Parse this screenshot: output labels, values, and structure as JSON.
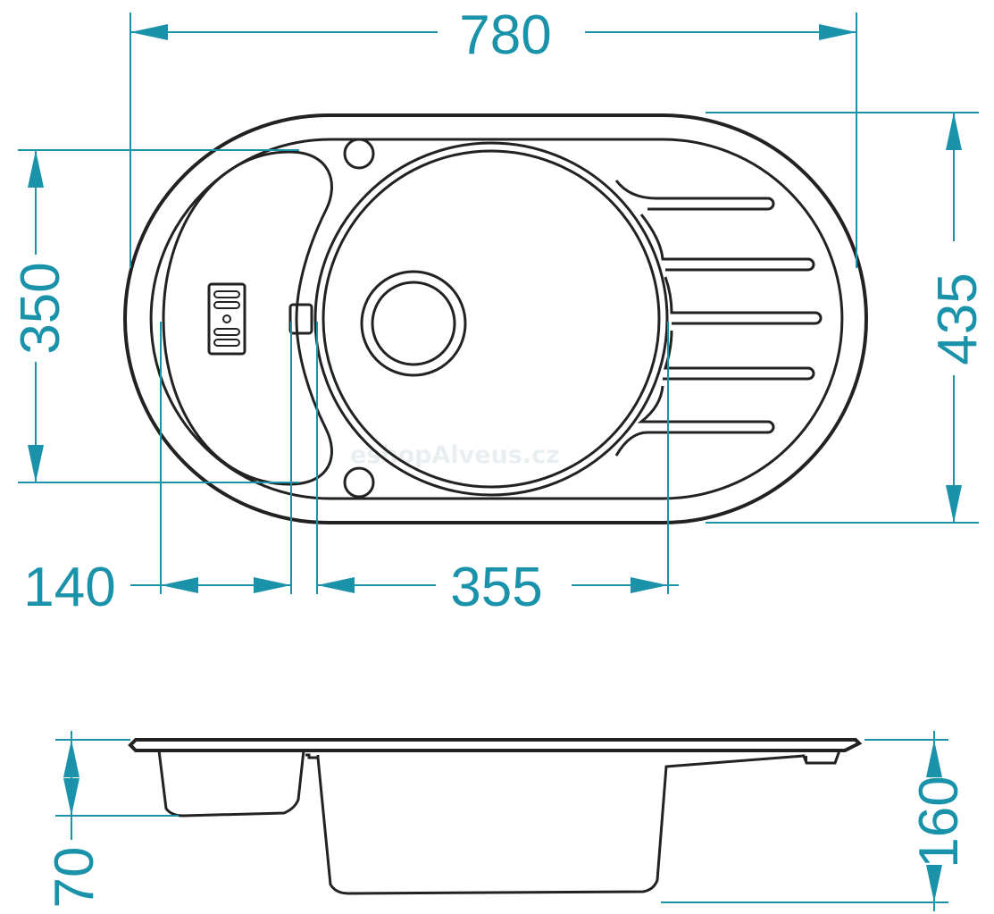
{
  "dimensions": {
    "overall_width": "780",
    "overall_depth": "435",
    "small_bowl_depth": "350",
    "small_bowl_width": "140",
    "main_bowl_diameter": "355",
    "small_bowl_height": "70",
    "main_bowl_height": "160"
  },
  "watermark": "eshopAlveus.cz",
  "colors": {
    "dimension": "#1a93aa",
    "outline": "#222222",
    "background": "#ffffff"
  }
}
